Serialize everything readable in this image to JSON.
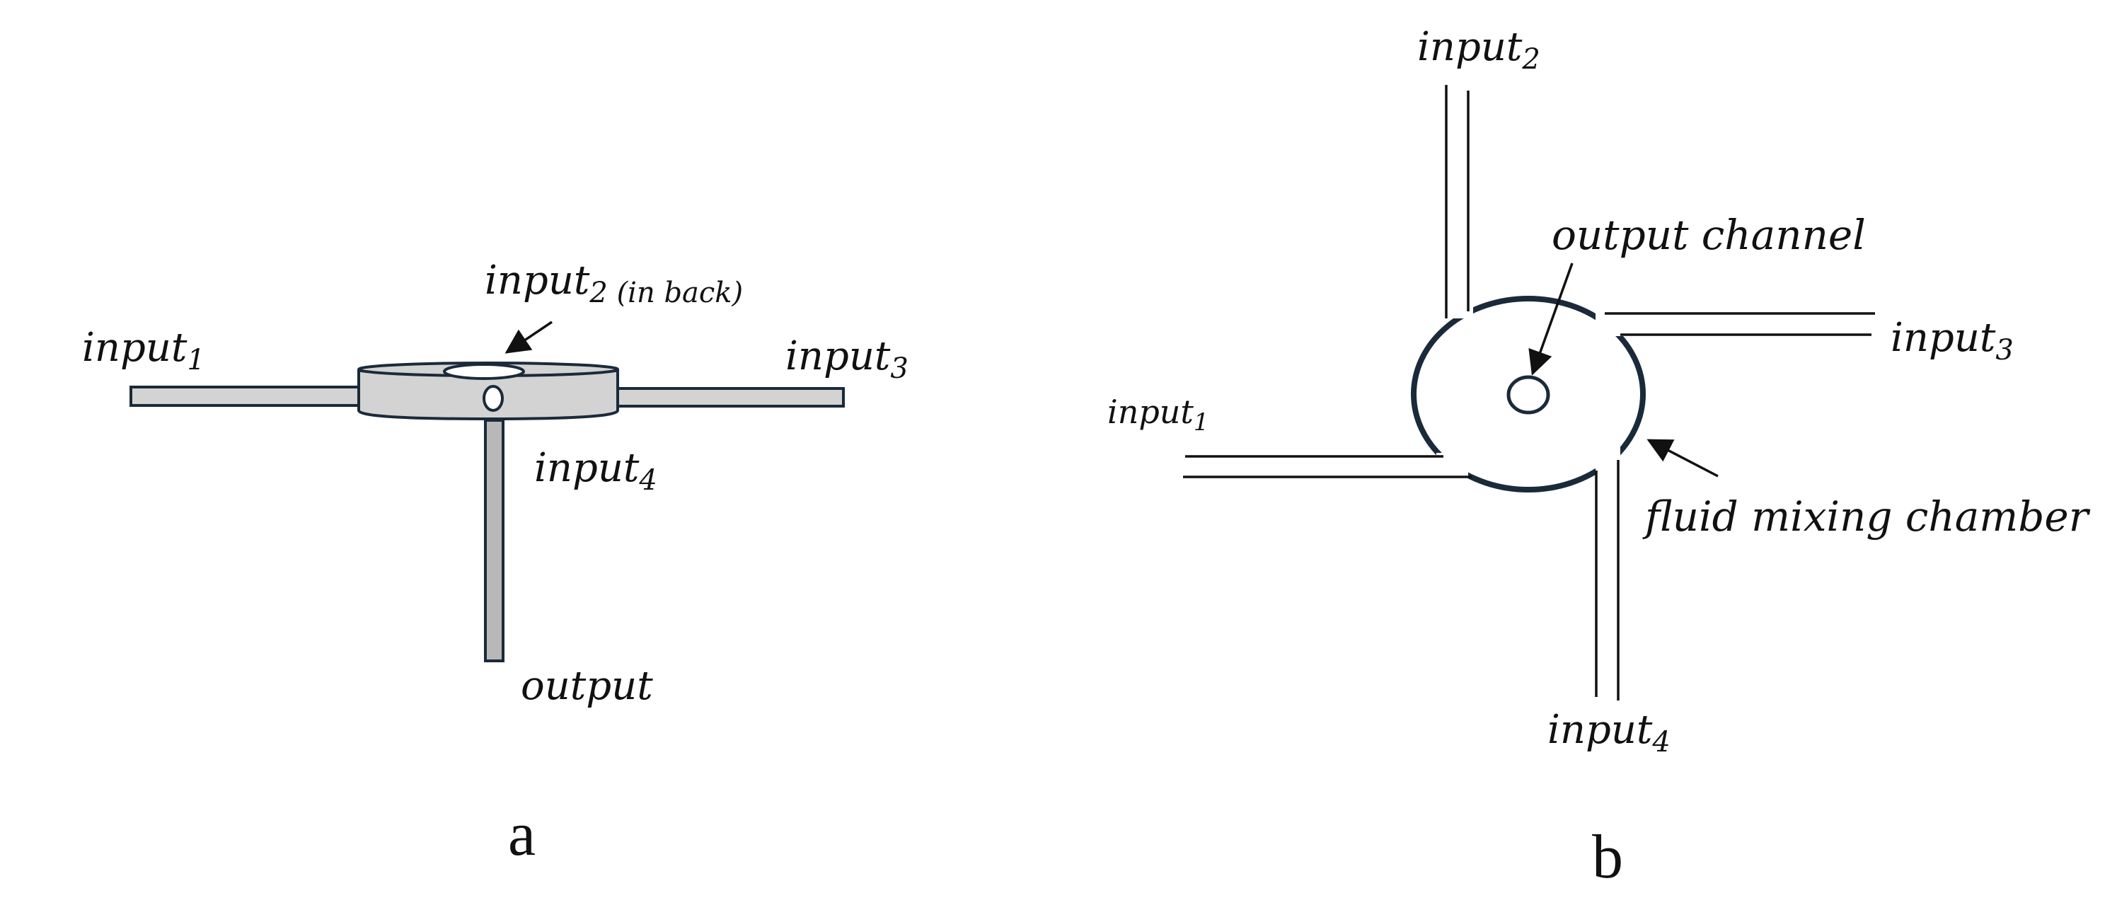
{
  "panel_a": {
    "letter": "a",
    "input1": {
      "base": "input",
      "sub": "1"
    },
    "input2": {
      "base": "input",
      "sub": "2 (in back)"
    },
    "input3": {
      "base": "input",
      "sub": "3"
    },
    "input4": {
      "base": "input",
      "sub": "4"
    },
    "output": "output"
  },
  "panel_b": {
    "letter": "b",
    "input1": {
      "base": "input",
      "sub": "1"
    },
    "input2": {
      "base": "input",
      "sub": "2"
    },
    "input3": {
      "base": "input",
      "sub": "3"
    },
    "input4": {
      "base": "input",
      "sub": "4"
    },
    "output_channel": "output channel",
    "mixing_chamber": "fluid mixing chamber"
  },
  "colors": {
    "stroke": "#1b2a3a",
    "fill_light": "#d3d3d3",
    "fill_stem": "#b8b8b8",
    "text": "#111111"
  }
}
